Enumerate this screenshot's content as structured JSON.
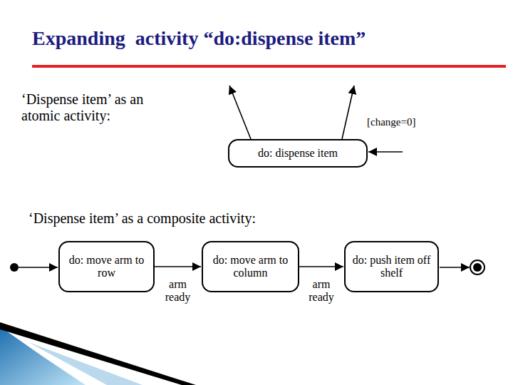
{
  "diagram": {
    "title": "Expanding  activity “do:dispense item”",
    "nodes": [
      {
        "text": [
          "do: dispense item"
        ]
      },
      {
        "text": [
          "do: move arm to row"
        ]
      },
      {
        "text": [
          "do: move arm to column"
        ]
      },
      {
        "text": [
          "do: push item off shelf"
        ]
      }
    ],
    "edges": [
      {
        "from": 1,
        "to": 2,
        "label": "arm ready",
        "arrow": "to"
      },
      {
        "from": 2,
        "to": 3,
        "label": "arm ready",
        "arrow": "to"
      }
    ],
    "labels": [
      "‘Dispense item’ as an atomic activity:",
      "[change=0]",
      "‘Dispense item’ as a composite activity:"
    ]
  }
}
